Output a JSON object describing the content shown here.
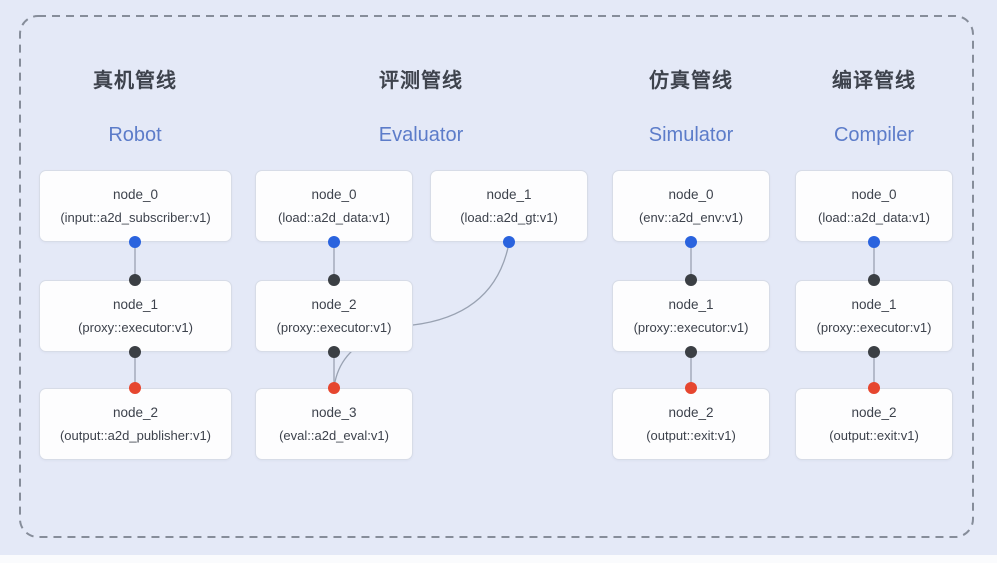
{
  "canvas": {
    "background_color": "#e4e9f7",
    "dashed_border_color": "#868d9a",
    "link_color": "#99a2b2",
    "accent_blue": "#5c7cc9",
    "dot_colors": {
      "output_port": "#2a63de",
      "executor_port": "#3b3f44",
      "terminal_port": "#e6462f"
    }
  },
  "pipelines": [
    {
      "id": "robot",
      "title_zh": "真机管线",
      "title_en": "Robot",
      "nodes": [
        {
          "name": "node_0",
          "type": "(input::a2d_subscriber:v1)"
        },
        {
          "name": "node_1",
          "type": "(proxy::executor:v1)"
        },
        {
          "name": "node_2",
          "type": "(output::a2d_publisher:v1)"
        }
      ]
    },
    {
      "id": "evaluator",
      "title_zh": "评测管线",
      "title_en": "Evaluator",
      "nodes": [
        {
          "name": "node_0",
          "type": "(load::a2d_data:v1)"
        },
        {
          "name": "node_1",
          "type": "(load::a2d_gt:v1)"
        },
        {
          "name": "node_2",
          "type": "(proxy::executor:v1)"
        },
        {
          "name": "node_3",
          "type": "(eval::a2d_eval:v1)"
        }
      ]
    },
    {
      "id": "simulator",
      "title_zh": "仿真管线",
      "title_en": "Simulator",
      "nodes": [
        {
          "name": "node_0",
          "type": "(env::a2d_env:v1)"
        },
        {
          "name": "node_1",
          "type": "(proxy::executor:v1)"
        },
        {
          "name": "node_2",
          "type": "(output::exit:v1)"
        }
      ]
    },
    {
      "id": "compiler",
      "title_zh": "编译管线",
      "title_en": "Compiler",
      "nodes": [
        {
          "name": "node_0",
          "type": "(load::a2d_data:v1)"
        },
        {
          "name": "node_1",
          "type": "(proxy::executor:v1)"
        },
        {
          "name": "node_2",
          "type": "(output::exit:v1)"
        }
      ]
    }
  ]
}
